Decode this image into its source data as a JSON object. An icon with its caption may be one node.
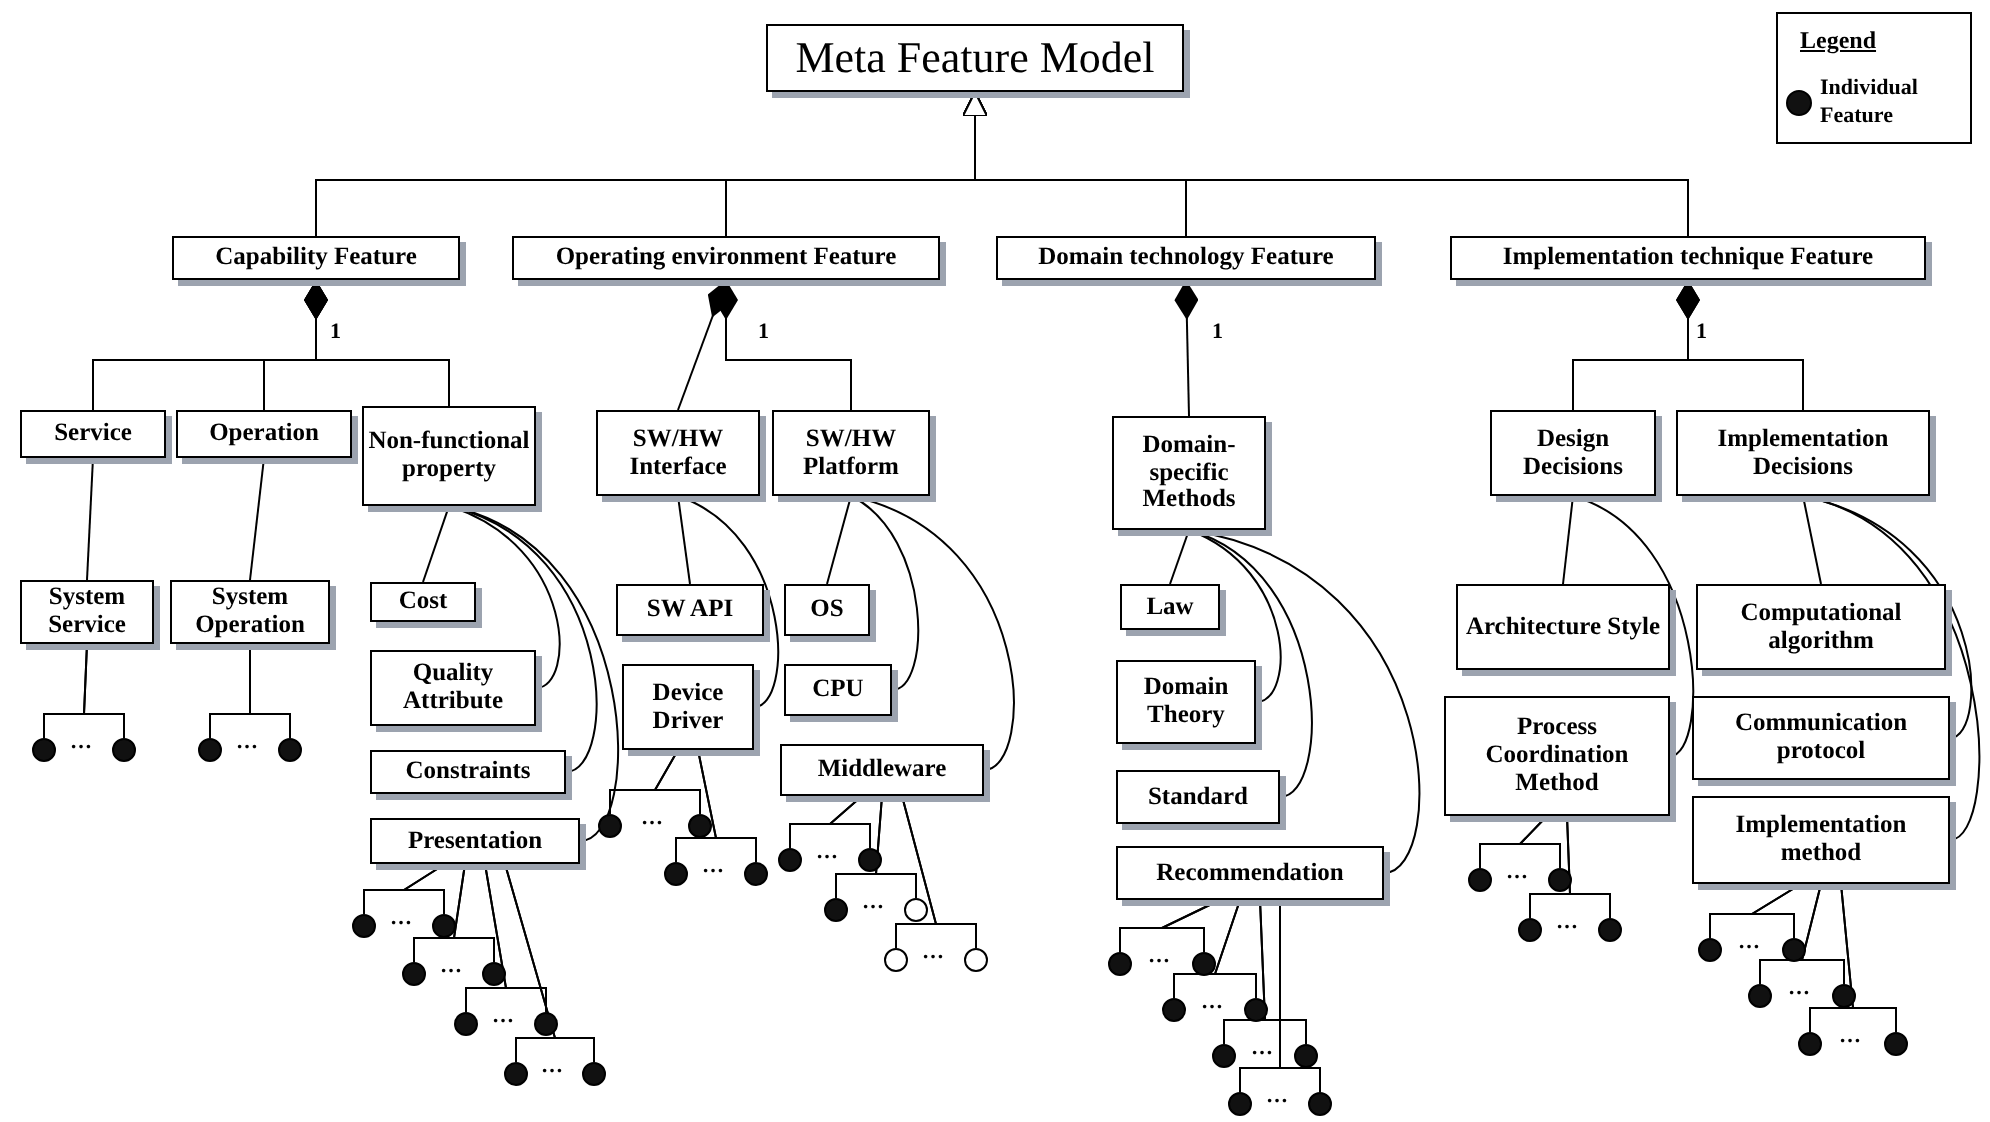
{
  "diagram": {
    "nodes": [
      {
        "text": [
          "Meta Feature Model"
        ]
      },
      {
        "text": [
          "Capability Feature"
        ]
      },
      {
        "text": [
          "Operating environment Feature"
        ]
      },
      {
        "text": [
          "Domain technology Feature"
        ]
      },
      {
        "text": [
          "Implementation technique Feature"
        ]
      },
      {
        "text": [
          "Service"
        ]
      },
      {
        "text": [
          "Operation"
        ]
      },
      {
        "text": [
          "Non-functional property"
        ]
      },
      {
        "text": [
          "System Service"
        ]
      },
      {
        "text": [
          "System Operation"
        ]
      },
      {
        "text": [
          "Cost"
        ]
      },
      {
        "text": [
          "Quality Attribute"
        ]
      },
      {
        "text": [
          "Constraints"
        ]
      },
      {
        "text": [
          "Presentation"
        ]
      },
      {
        "text": [
          "SW/HW Interface"
        ]
      },
      {
        "text": [
          "SW/HW Platform"
        ]
      },
      {
        "text": [
          "SW API"
        ]
      },
      {
        "text": [
          "Device Driver"
        ]
      },
      {
        "text": [
          "OS"
        ]
      },
      {
        "text": [
          "CPU"
        ]
      },
      {
        "text": [
          "Middleware"
        ]
      },
      {
        "text": [
          "Domain-specific Methods"
        ]
      },
      {
        "text": [
          "Law"
        ]
      },
      {
        "text": [
          "Domain Theory"
        ]
      },
      {
        "text": [
          "Standard"
        ]
      },
      {
        "text": [
          "Recommendation"
        ]
      },
      {
        "text": [
          "Design Decisions"
        ]
      },
      {
        "text": [
          "Implementation Decisions"
        ]
      },
      {
        "text": [
          "Architecture Style"
        ]
      },
      {
        "text": [
          "Process Coordination Method"
        ]
      },
      {
        "text": [
          "Computational algorithm"
        ]
      },
      {
        "text": [
          "Communication protocol"
        ]
      },
      {
        "text": [
          "Implementation method"
        ]
      },
      {
        "text": [],
        "shape": "circle"
      },
      {
        "text": [],
        "shape": "circle"
      },
      {
        "text": [],
        "shape": "circle"
      },
      {
        "text": [],
        "shape": "circle"
      },
      {
        "text": [],
        "shape": "circle"
      },
      {
        "text": [],
        "shape": "circle"
      },
      {
        "text": [],
        "shape": "circle"
      },
      {
        "text": [],
        "shape": "circle"
      },
      {
        "text": [],
        "shape": "circle"
      },
      {
        "text": [],
        "shape": "circle"
      },
      {
        "text": [],
        "shape": "circle"
      },
      {
        "text": [],
        "shape": "circle"
      },
      {
        "text": [],
        "shape": "circle"
      },
      {
        "text": [],
        "shape": "circle"
      },
      {
        "text": [],
        "shape": "circle"
      },
      {
        "text": [],
        "shape": "circle"
      },
      {
        "text": [],
        "shape": "circle"
      },
      {
        "text": [],
        "shape": "circle"
      },
      {
        "text": [],
        "shape": "circle"
      },
      {
        "text": [],
        "shape": "ring"
      },
      {
        "text": [],
        "shape": "ring"
      },
      {
        "text": [],
        "shape": "ring"
      },
      {
        "text": [],
        "shape": "circle"
      },
      {
        "text": [],
        "shape": "circle"
      },
      {
        "text": [],
        "shape": "circle"
      },
      {
        "text": [],
        "shape": "circle"
      },
      {
        "text": [],
        "shape": "circle"
      },
      {
        "text": [],
        "shape": "circle"
      },
      {
        "text": [],
        "shape": "circle"
      },
      {
        "text": [],
        "shape": "circle"
      },
      {
        "text": [],
        "shape": "circle"
      },
      {
        "text": [],
        "shape": "circle"
      },
      {
        "text": [],
        "shape": "circle"
      },
      {
        "text": [],
        "shape": "circle"
      },
      {
        "text": [],
        "shape": "circle"
      },
      {
        "text": [],
        "shape": "circle"
      },
      {
        "text": [],
        "shape": "circle"
      },
      {
        "text": [],
        "shape": "circle"
      },
      {
        "text": [],
        "shape": "circle"
      },
      {
        "text": [],
        "shape": "circle"
      }
    ],
    "edges": [
      {
        "from": 1,
        "to": 0,
        "arrow": "to"
      },
      {
        "from": 2,
        "to": 0,
        "arrow": "to"
      },
      {
        "from": 3,
        "to": 0,
        "arrow": "to"
      },
      {
        "from": 4,
        "to": 0,
        "arrow": "to"
      },
      {
        "from": 1,
        "to": 5,
        "arrow": "other"
      },
      {
        "from": 1,
        "to": 6,
        "arrow": "other"
      },
      {
        "from": 1,
        "to": 7,
        "arrow": "other"
      },
      {
        "from": 2,
        "to": 14,
        "arrow": "other"
      },
      {
        "from": 2,
        "to": 15,
        "arrow": "other"
      },
      {
        "from": 3,
        "to": 21,
        "arrow": "other"
      },
      {
        "from": 4,
        "to": 26,
        "arrow": "other"
      },
      {
        "from": 4,
        "to": 27,
        "arrow": "other"
      },
      {
        "from": 5,
        "to": 8,
        "arrow": "none"
      },
      {
        "from": 6,
        "to": 9,
        "arrow": "none"
      },
      {
        "from": 7,
        "to": 10,
        "arrow": "none"
      },
      {
        "from": 7,
        "to": 11,
        "arrow": "none"
      },
      {
        "from": 7,
        "to": 12,
        "arrow": "none"
      },
      {
        "from": 7,
        "to": 13,
        "arrow": "none"
      },
      {
        "from": 14,
        "to": 16,
        "arrow": "none"
      },
      {
        "from": 14,
        "to": 17,
        "arrow": "none"
      },
      {
        "from": 15,
        "to": 18,
        "arrow": "none"
      },
      {
        "from": 15,
        "to": 19,
        "arrow": "none"
      },
      {
        "from": 15,
        "to": 20,
        "arrow": "none"
      },
      {
        "from": 21,
        "to": 22,
        "arrow": "none"
      },
      {
        "from": 21,
        "to": 23,
        "arrow": "none"
      },
      {
        "from": 21,
        "to": 24,
        "arrow": "none"
      },
      {
        "from": 21,
        "to": 25,
        "arrow": "none"
      },
      {
        "from": 26,
        "to": 28,
        "arrow": "none"
      },
      {
        "from": 26,
        "to": 29,
        "arrow": "none"
      },
      {
        "from": 27,
        "to": 30,
        "arrow": "none"
      },
      {
        "from": 27,
        "to": 31,
        "arrow": "none"
      },
      {
        "from": 27,
        "to": 32,
        "arrow": "none"
      },
      {
        "from": 8,
        "to": 33,
        "arrow": "none"
      },
      {
        "from": 8,
        "to": 34,
        "arrow": "none"
      },
      {
        "from": 9,
        "to": 35,
        "arrow": "none"
      },
      {
        "from": 9,
        "to": 36,
        "arrow": "none"
      },
      {
        "from": 13,
        "to": 37,
        "arrow": "none"
      },
      {
        "from": 13,
        "to": 38,
        "arrow": "none"
      },
      {
        "from": 13,
        "to": 39,
        "arrow": "none"
      },
      {
        "from": 13,
        "to": 40,
        "arrow": "none"
      },
      {
        "from": 13,
        "to": 41,
        "arrow": "none"
      },
      {
        "from": 13,
        "to": 42,
        "arrow": "none"
      },
      {
        "from": 13,
        "to": 43,
        "arrow": "none"
      },
      {
        "from": 13,
        "to": 44,
        "arrow": "none"
      },
      {
        "from": 17,
        "to": 45,
        "arrow": "none"
      },
      {
        "from": 17,
        "to": 46,
        "arrow": "none"
      },
      {
        "from": 17,
        "to": 47,
        "arrow": "none"
      },
      {
        "from": 17,
        "to": 48,
        "arrow": "none"
      },
      {
        "from": 20,
        "to": 49,
        "arrow": "none"
      },
      {
        "from": 20,
        "to": 50,
        "arrow": "none"
      },
      {
        "from": 20,
        "to": 51,
        "arrow": "none"
      },
      {
        "from": 20,
        "to": 52,
        "arrow": "none"
      },
      {
        "from": 20,
        "to": 53,
        "arrow": "none"
      },
      {
        "from": 20,
        "to": 54,
        "arrow": "none"
      },
      {
        "from": 25,
        "to": 55,
        "arrow": "none"
      },
      {
        "from": 25,
        "to": 56,
        "arrow": "none"
      },
      {
        "from": 25,
        "to": 57,
        "arrow": "none"
      },
      {
        "from": 25,
        "to": 58,
        "arrow": "none"
      },
      {
        "from": 25,
        "to": 59,
        "arrow": "none"
      },
      {
        "from": 25,
        "to": 60,
        "arrow": "none"
      },
      {
        "from": 25,
        "to": 61,
        "arrow": "none"
      },
      {
        "from": 25,
        "to": 62,
        "arrow": "none"
      },
      {
        "from": 29,
        "to": 63,
        "arrow": "none"
      },
      {
        "from": 29,
        "to": 64,
        "arrow": "none"
      },
      {
        "from": 29,
        "to": 65,
        "arrow": "none"
      },
      {
        "from": 29,
        "to": 66,
        "arrow": "none"
      },
      {
        "from": 32,
        "to": 67,
        "arrow": "none"
      },
      {
        "from": 32,
        "to": 68,
        "arrow": "none"
      },
      {
        "from": 32,
        "to": 69,
        "arrow": "none"
      },
      {
        "from": 32,
        "to": 70,
        "arrow": "none"
      },
      {
        "from": 32,
        "to": 71,
        "arrow": "none"
      },
      {
        "from": 32,
        "to": 72,
        "arrow": "none"
      }
    ],
    "labels": [
      "Legend",
      "1",
      "1",
      "1",
      "1",
      "…",
      "…",
      "…",
      "…",
      "…",
      "…",
      "…",
      "…",
      "…",
      "…",
      "…",
      "…",
      "…",
      "…",
      "…",
      "…",
      "…",
      "…",
      "…",
      "…"
    ],
    "legend": [
      {
        "text": "Individual Feature"
      }
    ]
  }
}
